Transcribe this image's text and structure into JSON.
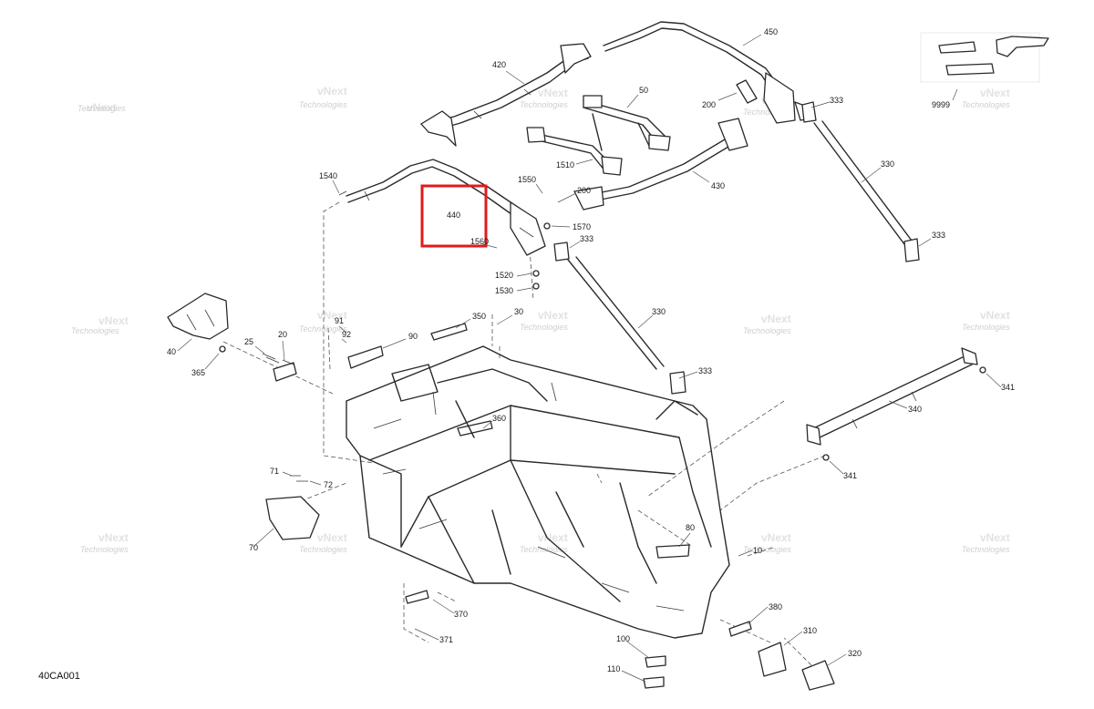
{
  "diagram_code": "40CA001",
  "highlight_label": "440",
  "watermarks": [
    {
      "line1": "vNext",
      "line2": "Technologies"
    }
  ],
  "callouts": [
    {
      "id": "c420",
      "text": "420"
    },
    {
      "id": "c450",
      "text": "450"
    },
    {
      "id": "c50",
      "text": "50"
    },
    {
      "id": "c200a",
      "text": "200"
    },
    {
      "id": "c333a",
      "text": "333"
    },
    {
      "id": "c1510",
      "text": "1510"
    },
    {
      "id": "c430",
      "text": "430"
    },
    {
      "id": "c330a",
      "text": "330"
    },
    {
      "id": "c1540",
      "text": "1540"
    },
    {
      "id": "c1550",
      "text": "1550"
    },
    {
      "id": "c200b",
      "text": "200"
    },
    {
      "id": "c1570",
      "text": "1570"
    },
    {
      "id": "c1560",
      "text": "1560"
    },
    {
      "id": "c333b",
      "text": "333"
    },
    {
      "id": "c333c",
      "text": "333"
    },
    {
      "id": "c1520",
      "text": "1520"
    },
    {
      "id": "c1530",
      "text": "1530"
    },
    {
      "id": "c9999",
      "text": "9999"
    },
    {
      "id": "c40",
      "text": "40"
    },
    {
      "id": "c365",
      "text": "365"
    },
    {
      "id": "c25",
      "text": "25"
    },
    {
      "id": "c20",
      "text": "20"
    },
    {
      "id": "c91",
      "text": "91"
    },
    {
      "id": "c92",
      "text": "92"
    },
    {
      "id": "c90",
      "text": "90"
    },
    {
      "id": "c350",
      "text": "350"
    },
    {
      "id": "c30",
      "text": "30"
    },
    {
      "id": "c330b",
      "text": "330"
    },
    {
      "id": "c333d",
      "text": "333"
    },
    {
      "id": "c341a",
      "text": "341"
    },
    {
      "id": "c340",
      "text": "340"
    },
    {
      "id": "c341b",
      "text": "341"
    },
    {
      "id": "c360",
      "text": "360"
    },
    {
      "id": "c71",
      "text": "71"
    },
    {
      "id": "c72",
      "text": "72"
    },
    {
      "id": "c70",
      "text": "70"
    },
    {
      "id": "c80",
      "text": "80"
    },
    {
      "id": "c10",
      "text": "10"
    },
    {
      "id": "c370",
      "text": "370"
    },
    {
      "id": "c371",
      "text": "371"
    },
    {
      "id": "c380",
      "text": "380"
    },
    {
      "id": "c310",
      "text": "310"
    },
    {
      "id": "c320",
      "text": "320"
    },
    {
      "id": "c100",
      "text": "100"
    },
    {
      "id": "c110",
      "text": "110"
    }
  ]
}
